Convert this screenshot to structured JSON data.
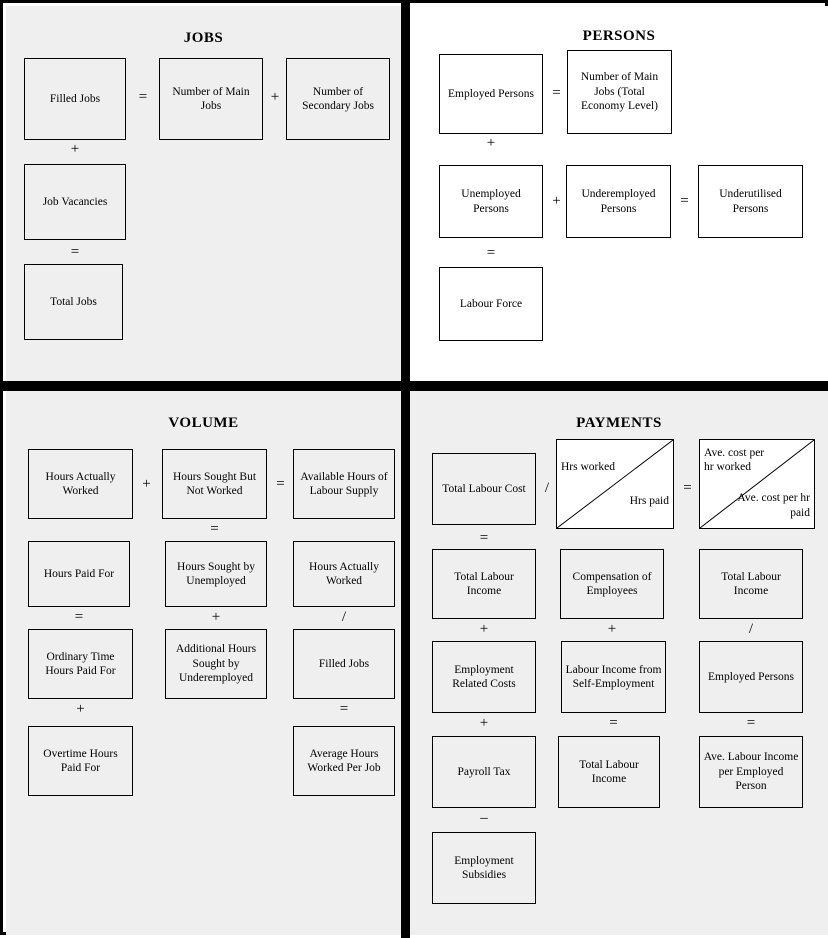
{
  "quadrants": {
    "jobs": {
      "title": "JOBS",
      "boxes": [
        {
          "id": "filled-jobs",
          "label": "Filled Jobs"
        },
        {
          "id": "number-main-jobs",
          "label": "Number of Main Jobs"
        },
        {
          "id": "number-secondary-jobs",
          "label": "Number of Secondary Jobs"
        },
        {
          "id": "job-vacancies",
          "label": "Job Vacancies"
        },
        {
          "id": "total-jobs",
          "label": "Total Jobs"
        }
      ],
      "operators": [
        "=",
        "+",
        "+",
        "="
      ]
    },
    "persons": {
      "title": "PERSONS",
      "boxes": [
        {
          "id": "employed-persons",
          "label": "Employed Persons"
        },
        {
          "id": "number-main-jobs-total-economy",
          "label": "Number of Main Jobs (Total Economy Level)"
        },
        {
          "id": "unemployed-persons",
          "label": "Unemployed Persons"
        },
        {
          "id": "underemployed-persons",
          "label": "Underemployed Persons"
        },
        {
          "id": "underutilised-persons",
          "label": "Underutilised Persons"
        },
        {
          "id": "labour-force",
          "label": "Labour Force"
        }
      ],
      "operators": [
        "=",
        "+",
        "+",
        "=",
        "="
      ]
    },
    "volume": {
      "title": "VOLUME",
      "boxes": [
        {
          "id": "hours-actually-worked",
          "label": "Hours Actually Worked"
        },
        {
          "id": "hours-sought-but-not-worked",
          "label": "Hours Sought But Not Worked"
        },
        {
          "id": "available-hours-of-labour-supply",
          "label": "Available Hours of Labour Supply"
        },
        {
          "id": "hours-paid-for",
          "label": "Hours Paid For"
        },
        {
          "id": "hours-sought-by-unemployed",
          "label": "Hours Sought by Unemployed"
        },
        {
          "id": "hours-actually-worked-2",
          "label": "Hours Actually Worked"
        },
        {
          "id": "ordinary-time-hours-paid-for",
          "label": "Ordinary Time Hours Paid For"
        },
        {
          "id": "additional-hours-sought-by-underemployed",
          "label": "Additional Hours Sought by Underemployed"
        },
        {
          "id": "filled-jobs-2",
          "label": "Filled Jobs"
        },
        {
          "id": "overtime-hours-paid-for",
          "label": "Overtime Hours Paid For"
        },
        {
          "id": "average-hours-worked-per-job",
          "label": "Average Hours Worked Per Job"
        }
      ],
      "operators": [
        "+",
        "=",
        "=",
        "=",
        "+",
        "/",
        "+",
        "="
      ]
    },
    "payments": {
      "title": "PAYMENTS",
      "boxes": [
        {
          "id": "total-labour-cost",
          "label": "Total Labour Cost"
        },
        {
          "id": "total-labour-income-1",
          "label": "Total Labour Income"
        },
        {
          "id": "compensation-of-employees",
          "label": "Compensation of Employees"
        },
        {
          "id": "total-labour-income-2",
          "label": "Total Labour Income"
        },
        {
          "id": "employment-related-costs",
          "label": "Employment Related Costs"
        },
        {
          "id": "labour-income-from-self-employment",
          "label": "Labour Income from Self-Employment"
        },
        {
          "id": "employed-persons-2",
          "label": "Employed Persons"
        },
        {
          "id": "payroll-tax",
          "label": "Payroll Tax"
        },
        {
          "id": "total-labour-income-3",
          "label": "Total Labour Income"
        },
        {
          "id": "ave-labour-income-per-employed-person",
          "label": "Ave. Labour Income per Employed Person"
        },
        {
          "id": "employment-subsidies",
          "label": "Employment Subsidies"
        }
      ],
      "split_boxes": [
        {
          "id": "hrs-worked-hrs-paid",
          "top_label": "Hrs worked",
          "bottom_label": "Hrs paid"
        },
        {
          "id": "ave-cost-per-hr",
          "top_label": "Ave. cost per hr worked",
          "bottom_label": "Ave. cost per hr paid"
        }
      ],
      "operators": [
        "/",
        "=",
        "=",
        "+",
        "+",
        "/",
        "+",
        "=",
        "=",
        "–"
      ]
    }
  },
  "colors": {
    "panel_gray": "#efefef",
    "panel_white": "#ffffff",
    "divider_black": "#000000",
    "box_border": "#000000"
  }
}
